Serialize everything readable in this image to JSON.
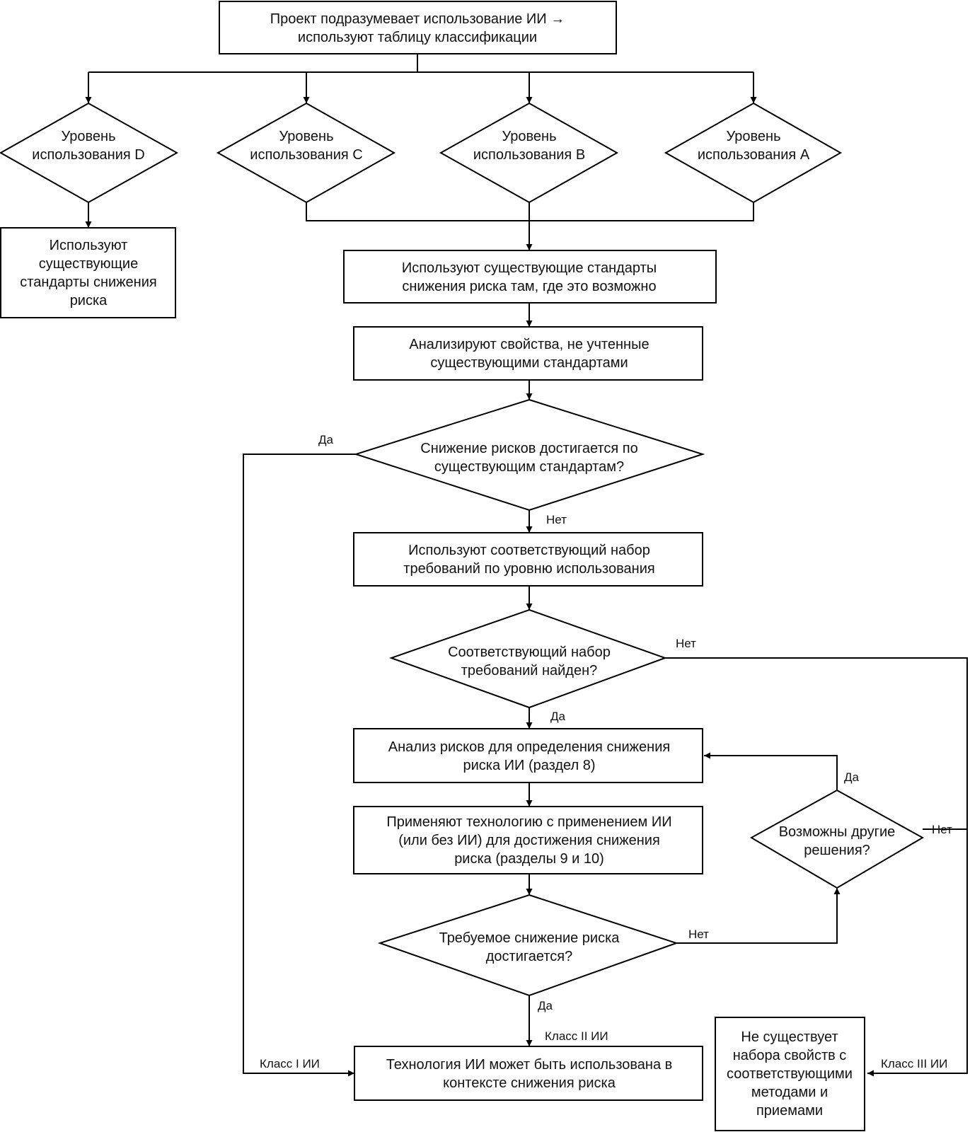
{
  "nodes": {
    "start": [
      "Проект подразумевает использование ИИ →",
      "используют таблицу классификации"
    ],
    "level_d": [
      "Уровень",
      "использования D"
    ],
    "level_c": [
      "Уровень",
      "использования C"
    ],
    "level_b": [
      "Уровень",
      "использования B"
    ],
    "level_a": [
      "Уровень",
      "использования A"
    ],
    "existing_standards_d": [
      "Используют",
      "существующие",
      "стандарты снижения",
      "риска"
    ],
    "existing_standards": [
      "Используют существующие стандарты",
      "снижения риска там, где это возможно"
    ],
    "analyze_properties": [
      "Анализируют свойства, не учтенные",
      "существующими стандартами"
    ],
    "risk_reduced_by_standards": [
      "Снижение рисков достигается по",
      "существующим стандартам?"
    ],
    "use_requirements_set": [
      "Используют соответствующий набор",
      "требований по уровню использования"
    ],
    "requirements_found": [
      "Соответствующий набор",
      "требований найден?"
    ],
    "risk_analysis": [
      "Анализ рисков для определения снижения",
      "риска ИИ (раздел 8)"
    ],
    "apply_technology": [
      "Применяют технологию с применением ИИ",
      "(или без ИИ) для достижения снижения",
      "риска (разделы 9 и 10)"
    ],
    "required_reduction": [
      "Требуемое снижение риска",
      "достигается?"
    ],
    "other_solutions": [
      "Возможны другие",
      "решения?"
    ],
    "ai_usable": [
      "Технология ИИ может быть использована в",
      "контексте снижения риска"
    ],
    "no_property_set": [
      "Не существует",
      "набора свойств с",
      "соответствующими",
      "методами и",
      "приемами"
    ]
  },
  "edge_labels": {
    "yes_standards": "Да",
    "no_standards": "Нет",
    "no_requirements": "Нет",
    "yes_requirements": "Да",
    "yes_other": "Да",
    "no_other": "Нет",
    "no_reduction": "Нет",
    "yes_reduction": "Да",
    "class_1": "Класс I ИИ",
    "class_2": "Класс II ИИ",
    "class_3": "Класс III ИИ"
  }
}
